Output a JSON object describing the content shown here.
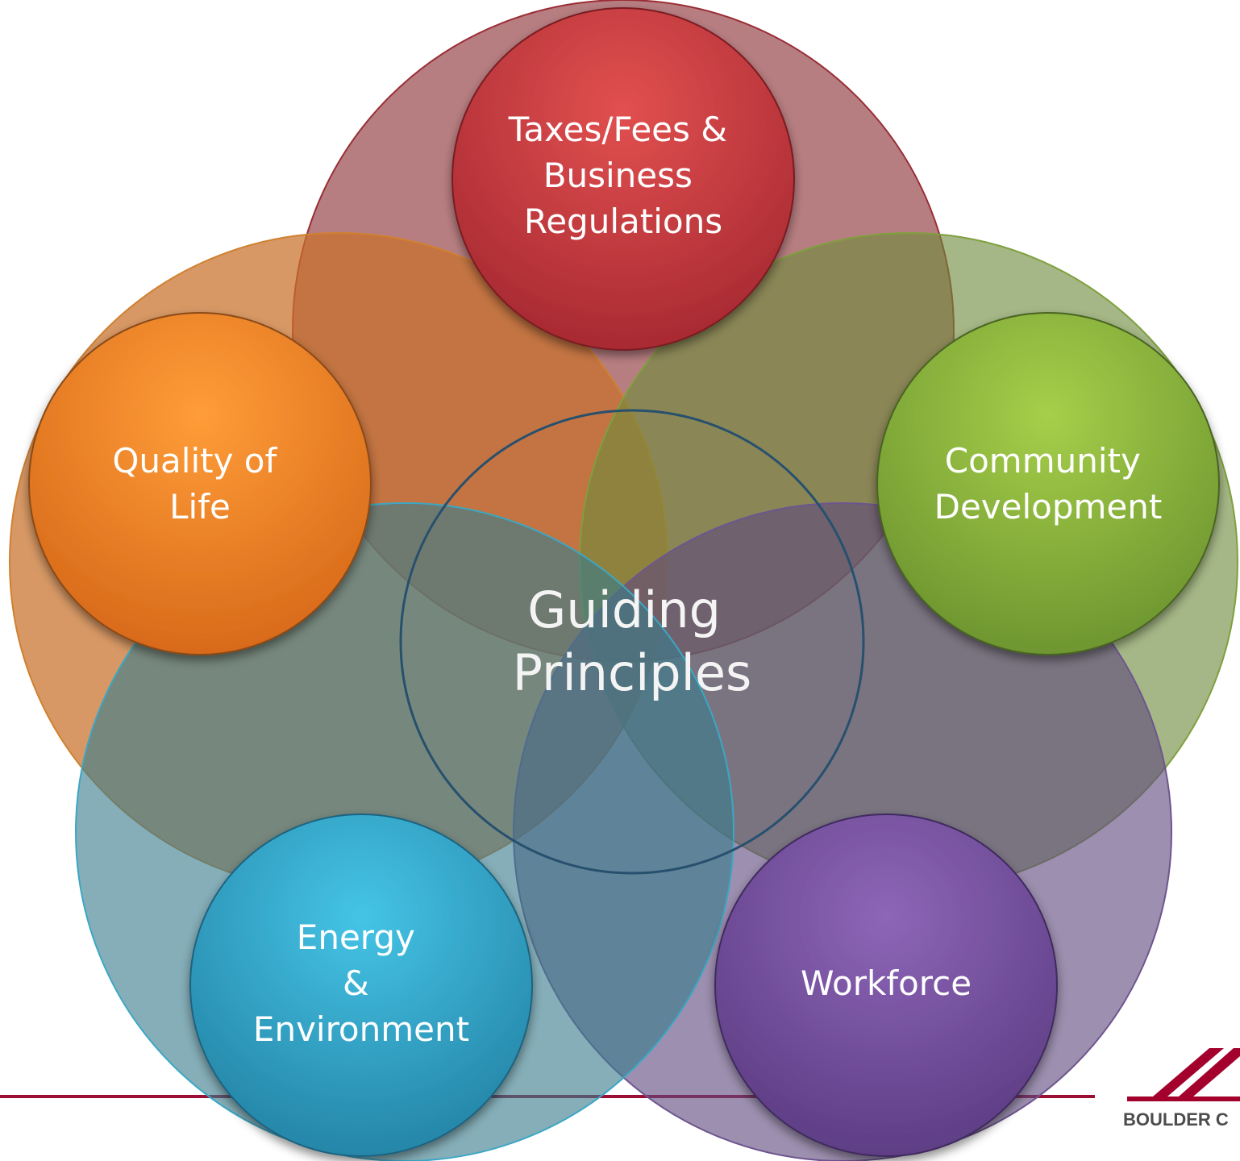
{
  "diagram": {
    "center": {
      "label_lines": [
        "Guiding",
        "Principles"
      ]
    },
    "nodes": [
      {
        "id": "taxes",
        "label_lines": [
          "Taxes/Fees &",
          "Business",
          "Regulations"
        ],
        "color": "#cc3a3c",
        "overlay_color": "#8b2f33"
      },
      {
        "id": "community",
        "label_lines": [
          "Community",
          "Development"
        ],
        "color": "#8cb33f",
        "overlay_color": "#6d8a3c"
      },
      {
        "id": "workforce",
        "label_lines": [
          "Workforce"
        ],
        "color": "#7a55a0",
        "overlay_color": "#5f4a7e"
      },
      {
        "id": "energy",
        "label_lines": [
          "Energy",
          "&",
          "Environment"
        ],
        "color": "#35acd0",
        "overlay_color": "#3a7d8c"
      },
      {
        "id": "quality",
        "label_lines": [
          "Quality of",
          "Life"
        ],
        "color": "#f28a2a",
        "overlay_color": "#c8702a"
      }
    ]
  },
  "footer": {
    "rule_color": "#9c0f35",
    "logo_text": "BOULDER C",
    "logo_color": "#a3002d"
  }
}
